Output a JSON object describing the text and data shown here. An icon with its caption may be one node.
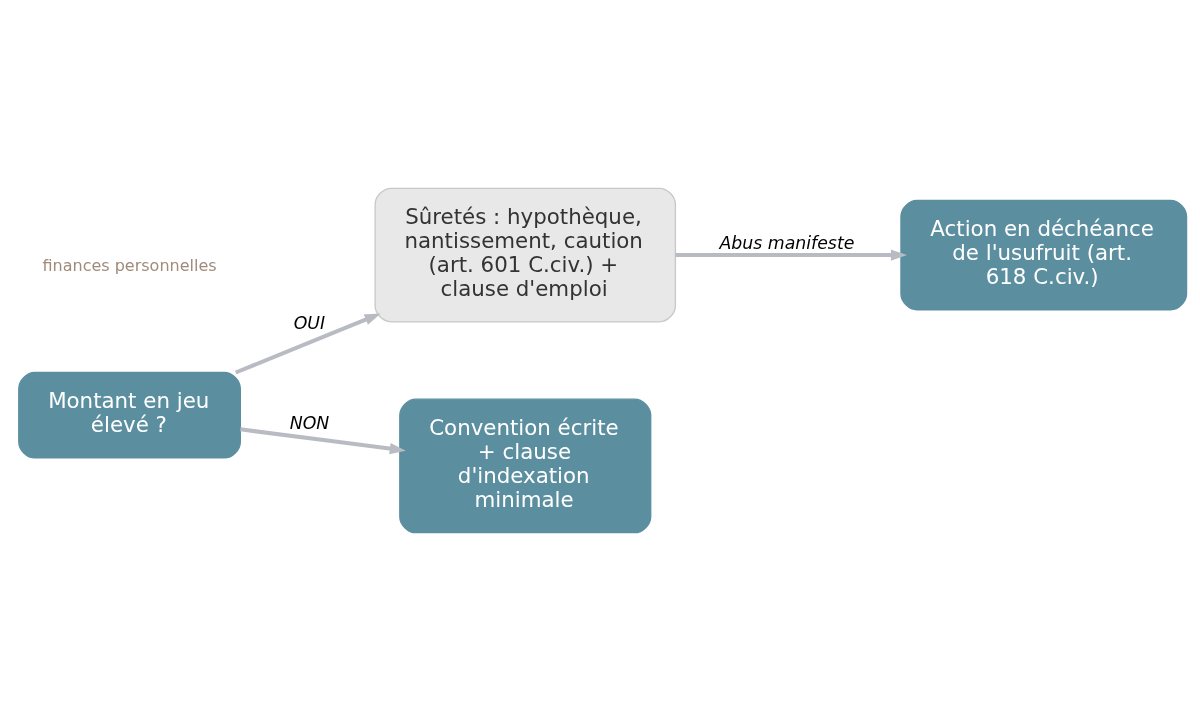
{
  "diagram": {
    "nodes": [
      {
        "text": [
          "Montant en jeu élevé ?"
        ]
      },
      {
        "text": [
          "Sûretés : hypothèque, nantissement, caution (art. 601 C.civ.) + clause d'emploi"
        ]
      },
      {
        "text": [
          "Action en déchéance de l'usufruit (art. 618 C.civ.)"
        ]
      },
      {
        "text": [
          "Convention écrite + clause d'indexation minimale"
        ]
      }
    ],
    "edges": [
      {
        "from": 0,
        "to": 1,
        "arrow": "to",
        "label": "OUI"
      },
      {
        "from": 1,
        "to": 2,
        "arrow": "to",
        "label": "Abus manifeste"
      },
      {
        "from": 0,
        "to": 3,
        "arrow": "to",
        "label": "NON"
      }
    ],
    "labels": [
      "finances personnelles"
    ]
  }
}
